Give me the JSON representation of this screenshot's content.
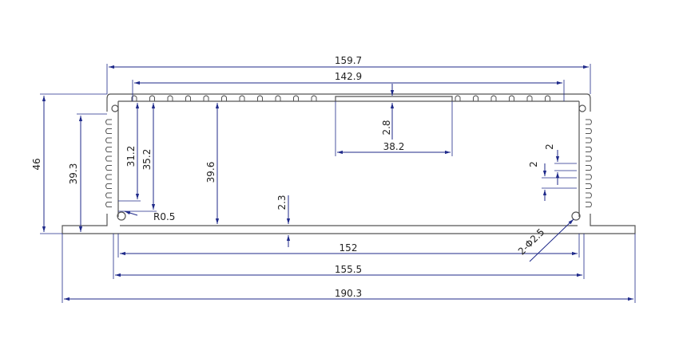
{
  "colors": {
    "outline": "#555555",
    "dimension": "#1f2a8a",
    "text": "#222222"
  },
  "dimensions": {
    "overall_width": "190.3",
    "inner_width_155": "155.5",
    "base_152": "152",
    "top_159": "159.7",
    "top_142": "142.9",
    "slot_38": "38.2",
    "slot_depth": "2.8",
    "height_46": "46",
    "height_39_3": "39.3",
    "height_31_2": "31.2",
    "height_35_2": "35.2",
    "height_39_6": "39.6",
    "thickness_2_3": "2.3",
    "radius": "R0.5",
    "hole": "2-Φ2.5",
    "fin_gap_a": "2",
    "fin_gap_b": "2"
  }
}
